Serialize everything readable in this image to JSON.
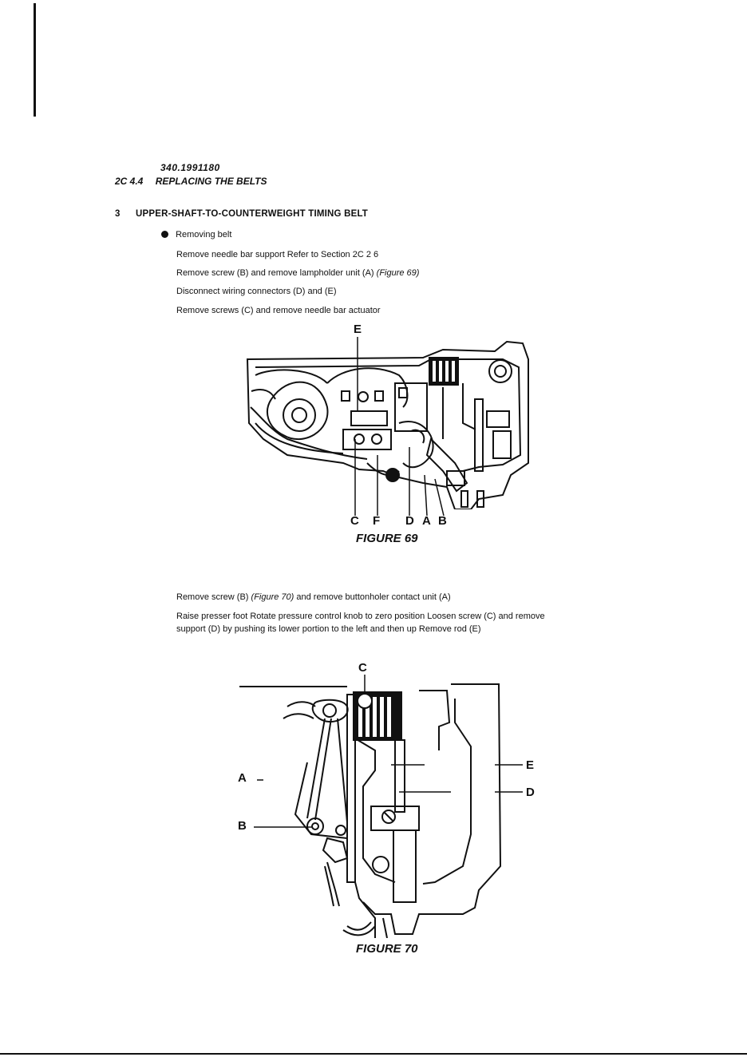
{
  "header": {
    "doc_number": "340.1991180",
    "section_number": "2C 4.4",
    "section_title": "REPLACING THE BELTS"
  },
  "step": {
    "number": "3",
    "title": "UPPER-SHAFT-TO-COUNTERWEIGHT TIMING BELT"
  },
  "removing": {
    "bullet": "Removing belt",
    "instructions": [
      "Remove needle bar support  Refer to Section 2C 2 6",
      "Disconnect wiring connectors (D) and (E)",
      "Remove screws (C) and remove needle bar actuator"
    ],
    "screw_b_text": "Remove screw (B) and remove lampholder unit (A)",
    "screw_b_ref": "(Figure 69)"
  },
  "figure69": {
    "caption": "FIGURE 69",
    "labels": {
      "top": "E",
      "c": "C",
      "f": "F",
      "d": "D",
      "a": "A",
      "b": "B"
    }
  },
  "figure70_text": {
    "line1_start": "Remove screw (B)",
    "line1_ref": "(Figure 70)",
    "line1_end": "and remove buttonholer contact unit (A)",
    "line2": "Raise presser foot  Rotate pressure control knob to zero position  Loosen screw (C) and remove",
    "line3": "support (D) by pushing its lower portion to the left and then up  Remove rod (E)"
  },
  "figure70": {
    "caption": "FIGURE 70",
    "labels": {
      "c": "C",
      "a": "A",
      "b": "B",
      "e": "E",
      "d": "D"
    }
  }
}
